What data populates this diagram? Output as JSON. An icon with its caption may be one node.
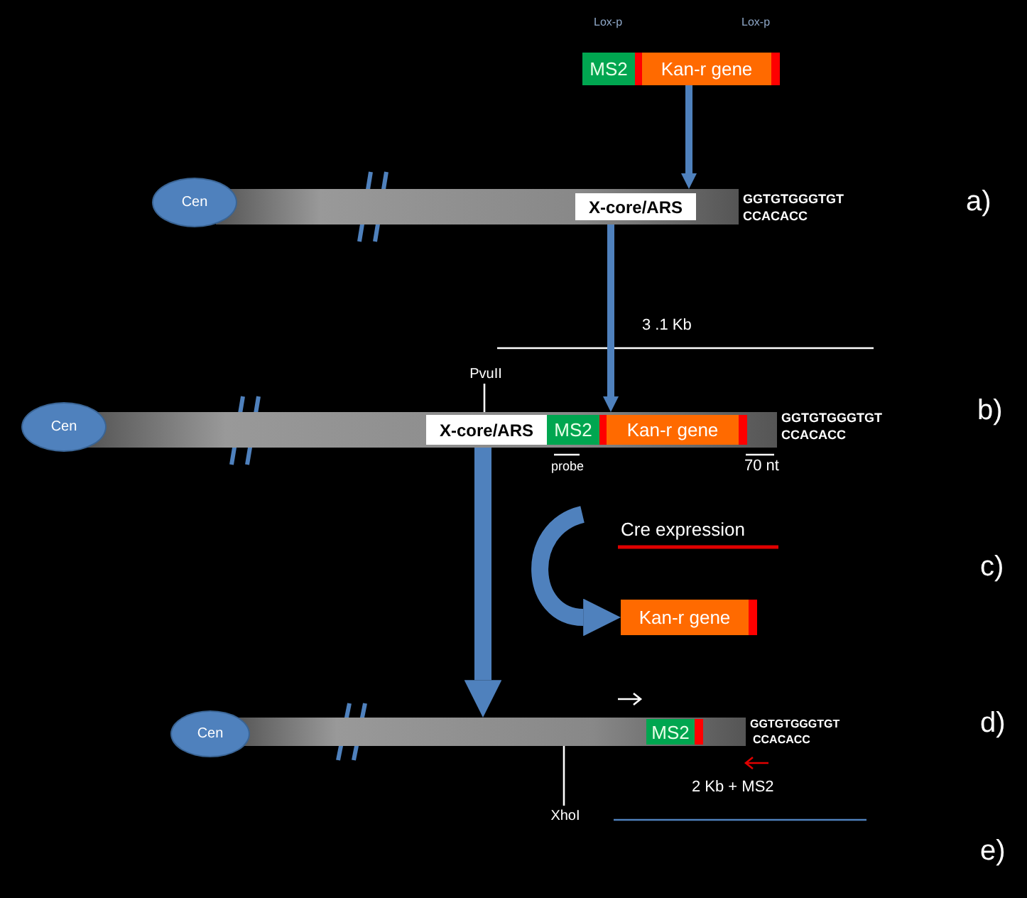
{
  "diagram": {
    "nodes": [
      {
        "text": [
          "MS2"
        ]
      },
      {
        "text": [
          "Kan-r gene"
        ]
      },
      {
        "text": [
          "Cen"
        ]
      },
      {
        "text": [],
        "shape": "bar"
      },
      {
        "text": [
          "X-core/ARS"
        ],
        "in": 3
      },
      {
        "text": [
          "PvuII"
        ]
      },
      {
        "text": [
          "Cen"
        ]
      },
      {
        "text": [],
        "shape": "bar"
      },
      {
        "text": [
          "X-core/ARS"
        ],
        "in": 7
      },
      {
        "text": [
          "MS2"
        ],
        "in": 7
      },
      {
        "text": [
          "Kan-r gene"
        ],
        "in": 7
      },
      {
        "text": [
          "Kan-r gene"
        ]
      },
      {
        "text": [
          "Cen"
        ]
      },
      {
        "text": [],
        "shape": "bar"
      },
      {
        "text": [
          "MS2"
        ],
        "in": 13
      },
      {
        "text": [
          "XhoI"
        ]
      }
    ],
    "edges": [
      {
        "from": 1,
        "to": 3,
        "arrow": "to"
      },
      {
        "from": 3,
        "to": 7,
        "arrow": "to"
      },
      {
        "from": 7,
        "to": 13,
        "arrow": "to",
        "style": "thick"
      },
      {
        "from": null,
        "to": 11,
        "arrow": "to",
        "style": "thick"
      },
      {
        "from": 5,
        "to": 8,
        "arrow": "none",
        "color": "#ffffff"
      },
      {
        "from": 15,
        "to": 13,
        "arrow": "none",
        "color": "#ffffff"
      }
    ],
    "labels": [
      "Lox-p",
      "Lox-p",
      "GGTGTGGGTGT",
      "CCACACC",
      "a)",
      "3 .1 Kb",
      "b)",
      "GGTGTGGGTGT",
      "CCACACC",
      "probe",
      "70 nt",
      "Cre expression",
      "c)",
      "GGTGTGGGTGT",
      "CCACACC",
      "d)",
      "2 Kb + MS2",
      "e)"
    ]
  }
}
